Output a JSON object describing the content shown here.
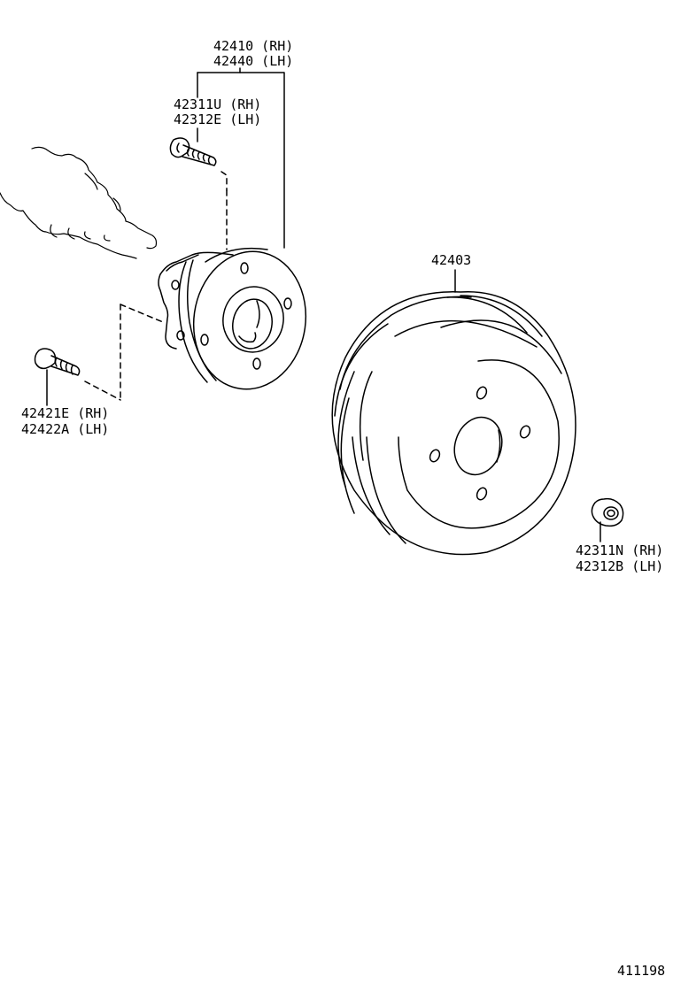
{
  "diagram": {
    "type": "exploded parts diagram",
    "subject": "rear axle hub and brake drum",
    "illustration_number": "411198",
    "callouts": [
      {
        "id": "hub-bearing",
        "lines": [
          "42410 (RH)",
          "42440 (LH)"
        ]
      },
      {
        "id": "hub-bolt",
        "lines": [
          "42311U (RH)",
          "42312E (LH)"
        ]
      },
      {
        "id": "brake-drum",
        "lines": [
          "42403"
        ]
      },
      {
        "id": "mounting-bolt",
        "lines": [
          "42421E (RH)",
          "42422A (LH)"
        ]
      },
      {
        "id": "hub-nut",
        "lines": [
          "42311N (RH)",
          "42312B (LH)"
        ]
      }
    ]
  }
}
